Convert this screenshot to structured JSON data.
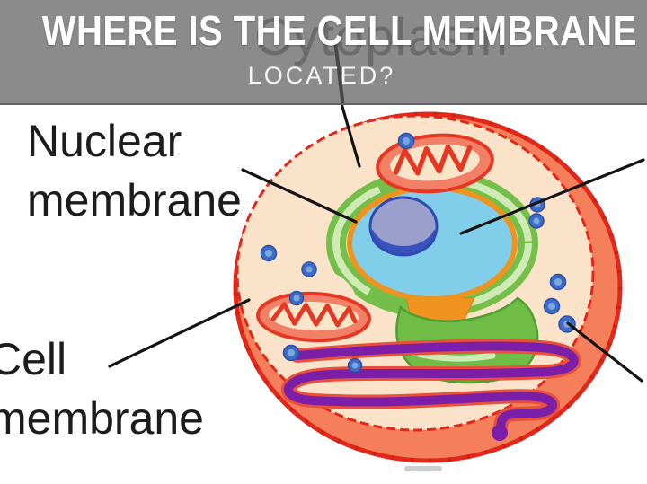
{
  "slide": {
    "title_line1": "WHERE IS THE CELL MEMBRANE",
    "title_line2": "LOCATED?",
    "banner_bg": "#8B8B8B",
    "title_color": "#FFFFFF"
  },
  "background_diagram": {
    "ghost_label": "Cytoplasm",
    "labels": {
      "nuclear_membrane": {
        "line1": "Nuclear",
        "line2": "membrane"
      },
      "cell_membrane": {
        "line1": "Cell",
        "line2": "membrane"
      }
    },
    "colors": {
      "cell_rim": "#F57E5B",
      "cell_outline": "#E1281A",
      "cytoplasm": "#FAE3C8",
      "nucleus_fill": "#80CEE9",
      "nuclear_ring_orange": "#EE9320",
      "nucleolus_top": "#9B9FCC",
      "nucleolus_bottom": "#3A53BC",
      "er_green": "#74BE4A",
      "er_light_green": "#CFEAB4",
      "golgi_green": "#6FBC46",
      "rough_er_purple": "#7C1FA8",
      "mitochondria_fill": "#F28066",
      "mitochondria_outline": "#E53824",
      "mitochondria_matrix": "#FBE5C9",
      "ribosome_blue": "#3E6BC5",
      "pointer_line": "#141414"
    }
  }
}
